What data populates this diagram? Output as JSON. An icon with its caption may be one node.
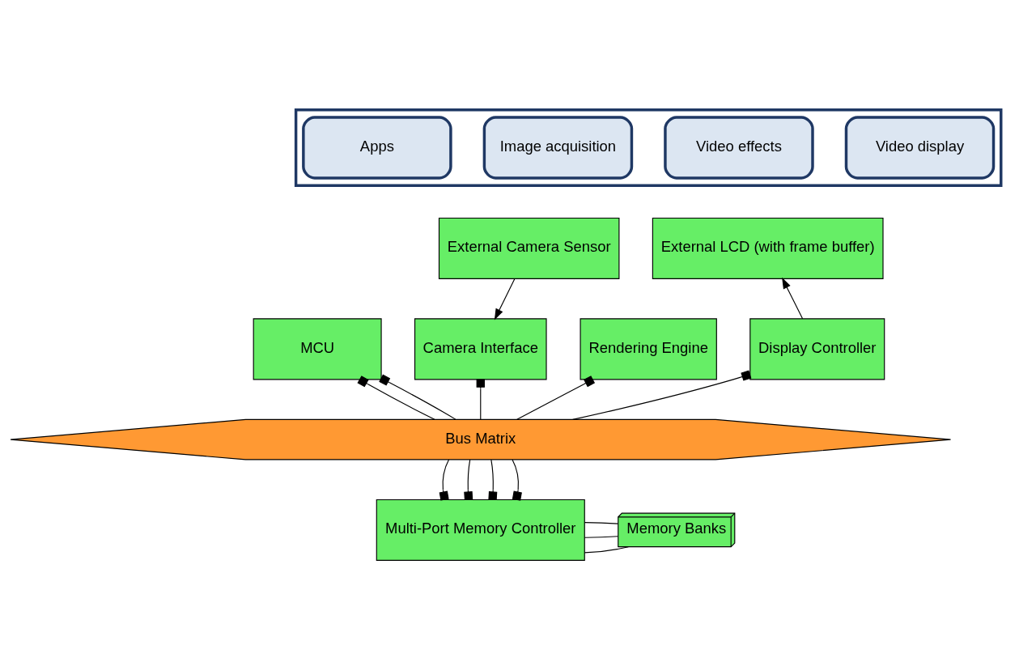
{
  "diagram": {
    "nodes": [
      {
        "text": [],
        "shape": "box"
      },
      {
        "text": [
          "Apps"
        ],
        "in": 0
      },
      {
        "text": [
          "Image acquisition"
        ],
        "in": 0
      },
      {
        "text": [
          "Video effects"
        ],
        "in": 0
      },
      {
        "text": [
          "Video display"
        ],
        "in": 0
      },
      {
        "text": [
          "External Camera Sensor"
        ]
      },
      {
        "text": [
          "External LCD (with frame buffer)"
        ]
      },
      {
        "text": [
          "MCU"
        ]
      },
      {
        "text": [
          "Camera Interface"
        ]
      },
      {
        "text": [
          "Rendering Engine"
        ]
      },
      {
        "text": [
          "Display Controller"
        ]
      },
      {
        "text": [
          "Bus Matrix"
        ]
      },
      {
        "text": [
          "Multi-Port Memory Controller"
        ]
      },
      {
        "text": [
          "Memory Banks"
        ]
      }
    ],
    "edges": [
      {
        "from": 5,
        "to": 8,
        "arrow": "to"
      },
      {
        "from": 10,
        "to": 6,
        "arrow": "to"
      },
      {
        "from": 7,
        "to": 11,
        "arrow": "other"
      },
      {
        "from": 7,
        "to": 11,
        "arrow": "other"
      },
      {
        "from": 8,
        "to": 11,
        "arrow": "other"
      },
      {
        "from": 9,
        "to": 11,
        "arrow": "other"
      },
      {
        "from": 10,
        "to": 11,
        "arrow": "other"
      },
      {
        "from": 12,
        "to": 11,
        "arrow": "other"
      },
      {
        "from": 12,
        "to": 11,
        "arrow": "other"
      },
      {
        "from": 12,
        "to": 11,
        "arrow": "other"
      },
      {
        "from": 12,
        "to": 11,
        "arrow": "other"
      },
      {
        "from": 12,
        "to": 13,
        "arrow": "none"
      },
      {
        "from": 12,
        "to": 13,
        "arrow": "none"
      },
      {
        "from": 12,
        "to": 13,
        "arrow": "none"
      }
    ]
  }
}
